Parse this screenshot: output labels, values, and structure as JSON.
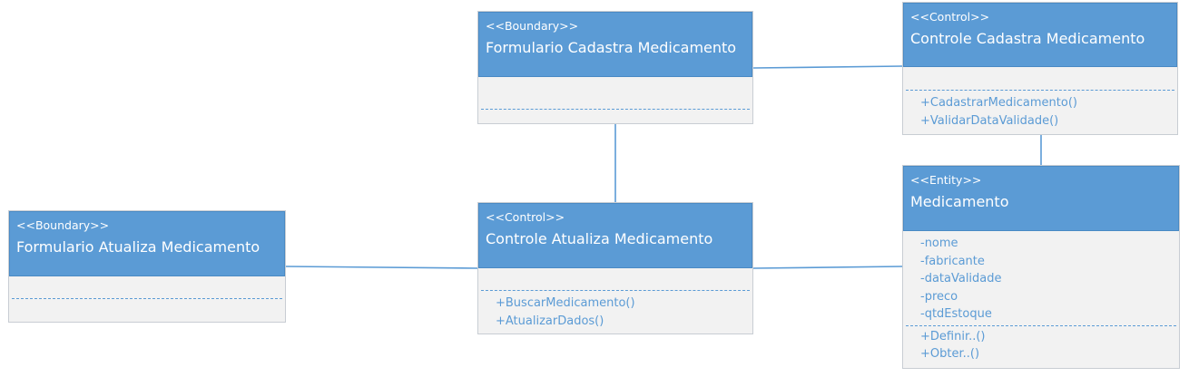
{
  "classes": {
    "formulario_cadastra": {
      "stereotype": "<<Boundary>>",
      "name": "Formulario Cadastra Medicamento",
      "attributes": [],
      "operations": []
    },
    "controle_cadastra": {
      "stereotype": "<<Control>>",
      "name": "Controle Cadastra Medicamento",
      "attributes": [],
      "operations": [
        "+CadastrarMedicamento()",
        "+ValidarDataValidade()"
      ]
    },
    "formulario_atualiza": {
      "stereotype": "<<Boundary>>",
      "name": "Formulario Atualiza Medicamento",
      "attributes": [],
      "operations": []
    },
    "controle_atualiza": {
      "stereotype": "<<Control>>",
      "name": "Controle Atualiza Medicamento",
      "attributes": [],
      "operations": [
        "+BuscarMedicamento()",
        "+AtualizarDados()"
      ]
    },
    "medicamento": {
      "stereotype": "<<Entity>>",
      "name": "Medicamento",
      "attributes": [
        "-nome",
        "-fabricante",
        "-dataValidade",
        "-preco",
        "-qtdEstoque"
      ],
      "operations": [
        "+Definir..()",
        "+Obter..()"
      ]
    }
  },
  "colors": {
    "header": "#5b9bd5",
    "body": "#f2f2f2",
    "line": "#5b9bd5"
  }
}
